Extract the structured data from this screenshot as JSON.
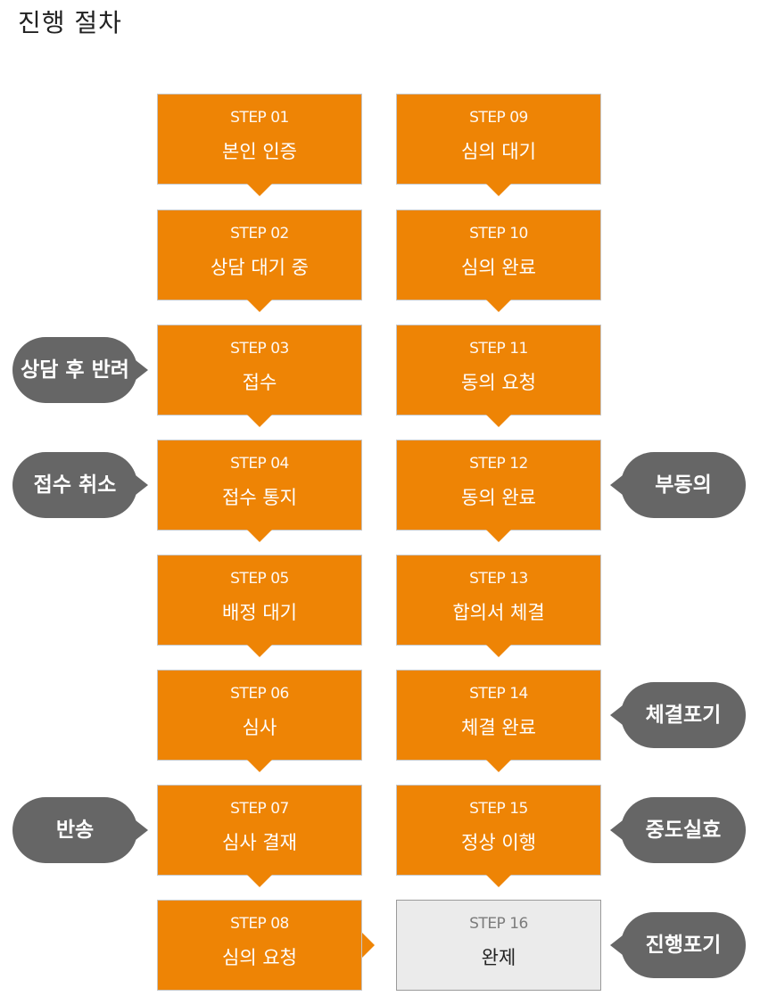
{
  "title": "진행 절차",
  "steps": [
    {
      "no": "STEP 01",
      "name": "본인 인증"
    },
    {
      "no": "STEP 02",
      "name": "상담 대기 중"
    },
    {
      "no": "STEP 03",
      "name": "접수"
    },
    {
      "no": "STEP 04",
      "name": "접수 통지"
    },
    {
      "no": "STEP 05",
      "name": "배정 대기"
    },
    {
      "no": "STEP 06",
      "name": "심사"
    },
    {
      "no": "STEP 07",
      "name": "심사 결재"
    },
    {
      "no": "STEP 08",
      "name": "심의 요청"
    },
    {
      "no": "STEP 09",
      "name": "심의 대기"
    },
    {
      "no": "STEP 10",
      "name": "심의 완료"
    },
    {
      "no": "STEP 11",
      "name": "동의 요청"
    },
    {
      "no": "STEP 12",
      "name": "동의 완료"
    },
    {
      "no": "STEP 13",
      "name": "합의서 체결"
    },
    {
      "no": "STEP 14",
      "name": "체결 완료"
    },
    {
      "no": "STEP 15",
      "name": "정상 이행"
    },
    {
      "no": "STEP 16",
      "name": "완제"
    }
  ],
  "exits": [
    {
      "label": "상담 후 반려",
      "step": "STEP 03"
    },
    {
      "label": "접수 취소",
      "step": "STEP 04"
    },
    {
      "label": "반송",
      "step": "STEP 07"
    },
    {
      "label": "부동의",
      "step": "STEP 12"
    },
    {
      "label": "체결포기",
      "step": "STEP 14"
    },
    {
      "label": "중도실효",
      "step": "STEP 15"
    },
    {
      "label": "진행포기",
      "step": "STEP 16"
    }
  ],
  "colors": {
    "step_active": "#ee8405",
    "step_done": "#ebebeb",
    "exit_bubble": "#666666"
  }
}
